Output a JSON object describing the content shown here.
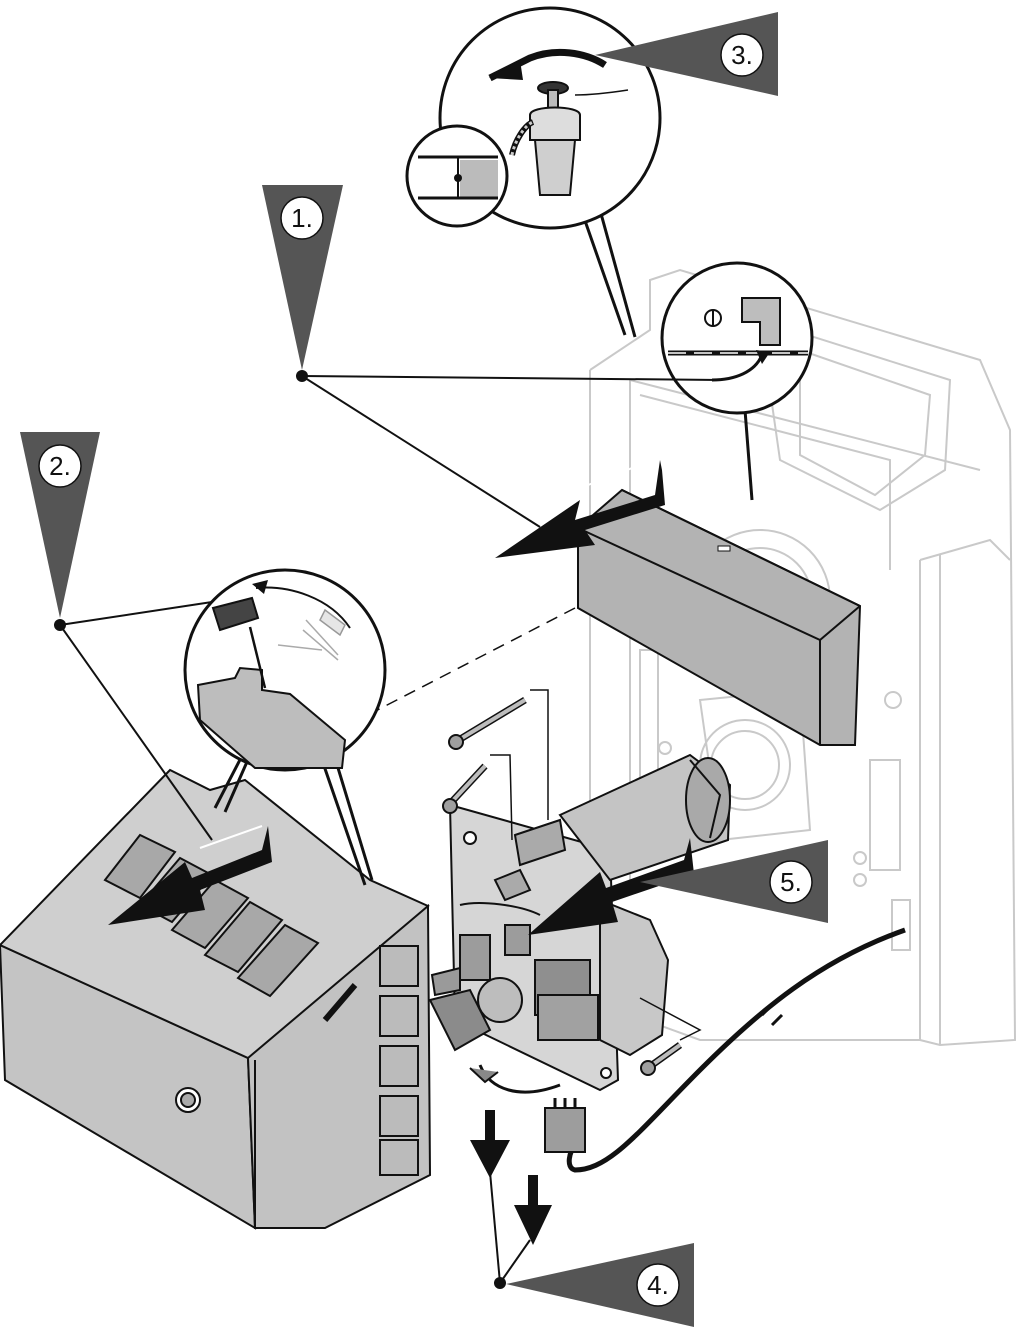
{
  "steps": [
    {
      "id": "1",
      "label": "1."
    },
    {
      "id": "2",
      "label": "2."
    },
    {
      "id": "3",
      "label": "3."
    },
    {
      "id": "4",
      "label": "4."
    },
    {
      "id": "5",
      "label": "5."
    }
  ],
  "colors": {
    "line": "#111111",
    "callout_fill": "#555555",
    "panel_fill": "#b3b3b3",
    "cover_fill": "#bdbdbd",
    "boiler_line": "#cfcfcf",
    "arrow": "#111111"
  }
}
